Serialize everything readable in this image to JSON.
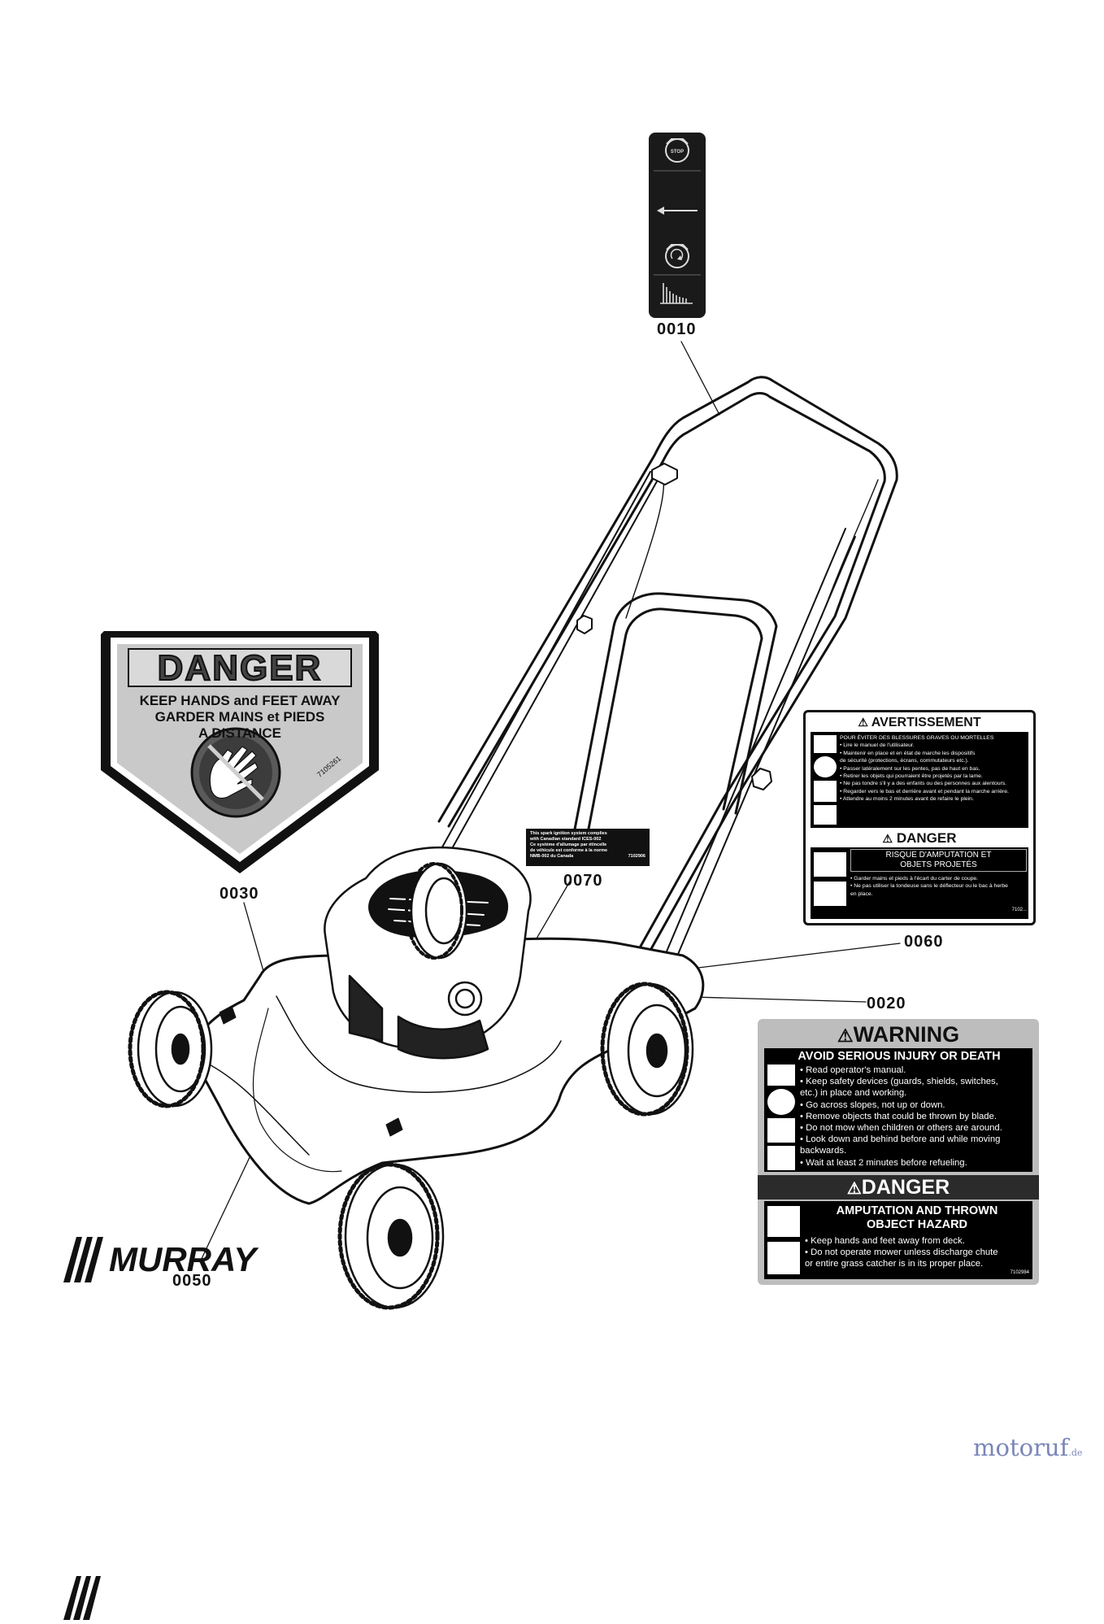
{
  "callouts": {
    "c0010": "0010",
    "c0020": "0020",
    "c0030": "0030",
    "c0050": "0050",
    "c0060": "0060",
    "c0070": "0070"
  },
  "control_decal": {
    "stop_label": "STOP"
  },
  "danger_diamond": {
    "title": "DANGER",
    "line1": "KEEP HANDS and FEET AWAY",
    "line2": "GARDER MAINS et PIEDS",
    "line3": "A DISTANCE",
    "part_no": "7105261"
  },
  "spark_decal": {
    "en1": "This spark ignition system complies",
    "en2": "with Canadian standard ICES-002",
    "fr1": "Ce système d'allumage par étincelle",
    "fr2": "de véhicule est conforme à la norme",
    "fr3": "NMB-002 du Canada",
    "part_no": "7102906"
  },
  "avertissement_decal": {
    "title": "AVERTISSEMENT",
    "lines": [
      "POUR ÉVITER DES BLESSURES GRAVES OU MORTELLES",
      "• Lire le manuel de l'utilisateur.",
      "• Maintenir en place et en état de marche les dispositifs",
      "  de sécurité (protections, écrans, commutateurs etc.).",
      "• Passer latéralement sur les pentes, pas de haut en bas.",
      "• Retirer les objets qui pourraient être projetés par la lame.",
      "• Ne pas tondre s'il y a des enfants ou des personnes aux alentours.",
      "• Regarder vers le bas et derrière avant et pendant la marche arrière.",
      "• Attendre au moins 2 minutes avant de refaire le plein."
    ],
    "danger_title": "DANGER",
    "sub1": "RISQUE D'AMPUTATION ET",
    "sub2": "OBJETS PROJETÉS",
    "bottom1": "• Garder mains et pieds à l'écart du carter de coupe.",
    "bottom2": "• Ne pas utiliser la tondeuse sans le déflecteur ou le bac à herbe",
    "bottom3": "  en place.",
    "part_no": "7102..."
  },
  "warning_decal": {
    "title": "WARNING",
    "subtitle": "AVOID SERIOUS INJURY OR DEATH",
    "bullets": [
      "• Read operator's manual.",
      "• Keep safety devices (guards, shields, switches,",
      "  etc.) in place and working.",
      "• Go across slopes, not up or down.",
      "• Remove objects that could be thrown by blade.",
      "• Do not mow when children or others are around.",
      "• Look down and behind before and while moving",
      "  backwards.",
      "• Wait at least 2 minutes before refueling."
    ],
    "danger_title": "DANGER",
    "hazard1": "AMPUTATION AND THROWN",
    "hazard2": "OBJECT HAZARD",
    "bottom": [
      "• Keep hands and feet away from deck.",
      "• Do not operate mower unless discharge chute",
      "  or entire grass catcher is in its proper place."
    ],
    "part_no": "7102984"
  },
  "brand": "MURRAY",
  "watermark": {
    "name": "motoruf",
    "tld": ".de"
  }
}
